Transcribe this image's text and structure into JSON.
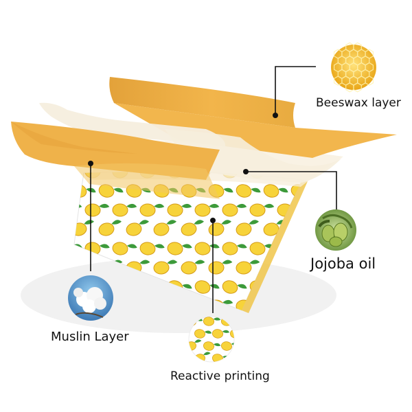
{
  "labels": {
    "beeswax": "Beeswax layer",
    "jojoba": "Jojoba oil",
    "muslin": "Muslin Layer",
    "reactive": "Reactive printing"
  },
  "icons": {
    "beeswax": "honeycomb-icon",
    "jojoba": "jojoba-seeds-icon",
    "muslin": "cotton-boll-icon",
    "reactive": "lemon-print-swatch-icon"
  },
  "colors": {
    "beeswax": "#f0b54b",
    "beeswax_dark": "#dea43c",
    "oil_layer": "#f8f1e1",
    "lemon": "#f7d33a",
    "lemon_outline": "#d49a16",
    "leaf": "#3c9a3a",
    "fabric": "#ffffff",
    "leader": "#111111",
    "jojoba": "#8fb34a"
  }
}
